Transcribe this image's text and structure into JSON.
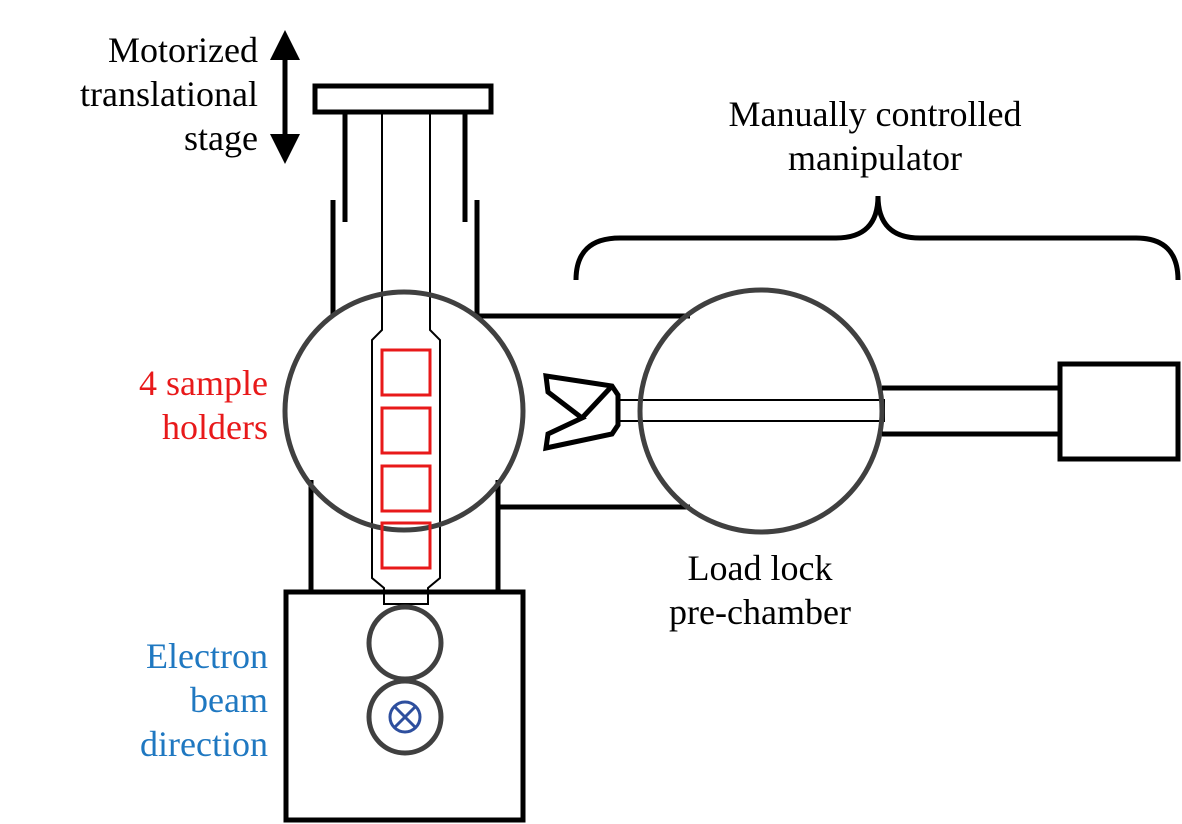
{
  "labels": {
    "stage": [
      "Motorized",
      "translational",
      "stage"
    ],
    "manipulator": [
      "Manually controlled",
      "manipulator"
    ],
    "sample_holders": [
      "4 sample",
      "holders"
    ],
    "load_lock": [
      "Load lock",
      "pre-chamber"
    ],
    "electron_beam": [
      "Electron",
      "beam",
      "direction"
    ]
  },
  "colors": {
    "line": "#000000",
    "chamber": "#404040",
    "sample_holder": "#e8191a",
    "electron_beam": "#1f78c1",
    "beam_symbol": "#2e4f9e"
  },
  "icons": {
    "stage_motion": "double-arrow-vertical-icon",
    "beam_into_page": "circle-cross-icon"
  }
}
